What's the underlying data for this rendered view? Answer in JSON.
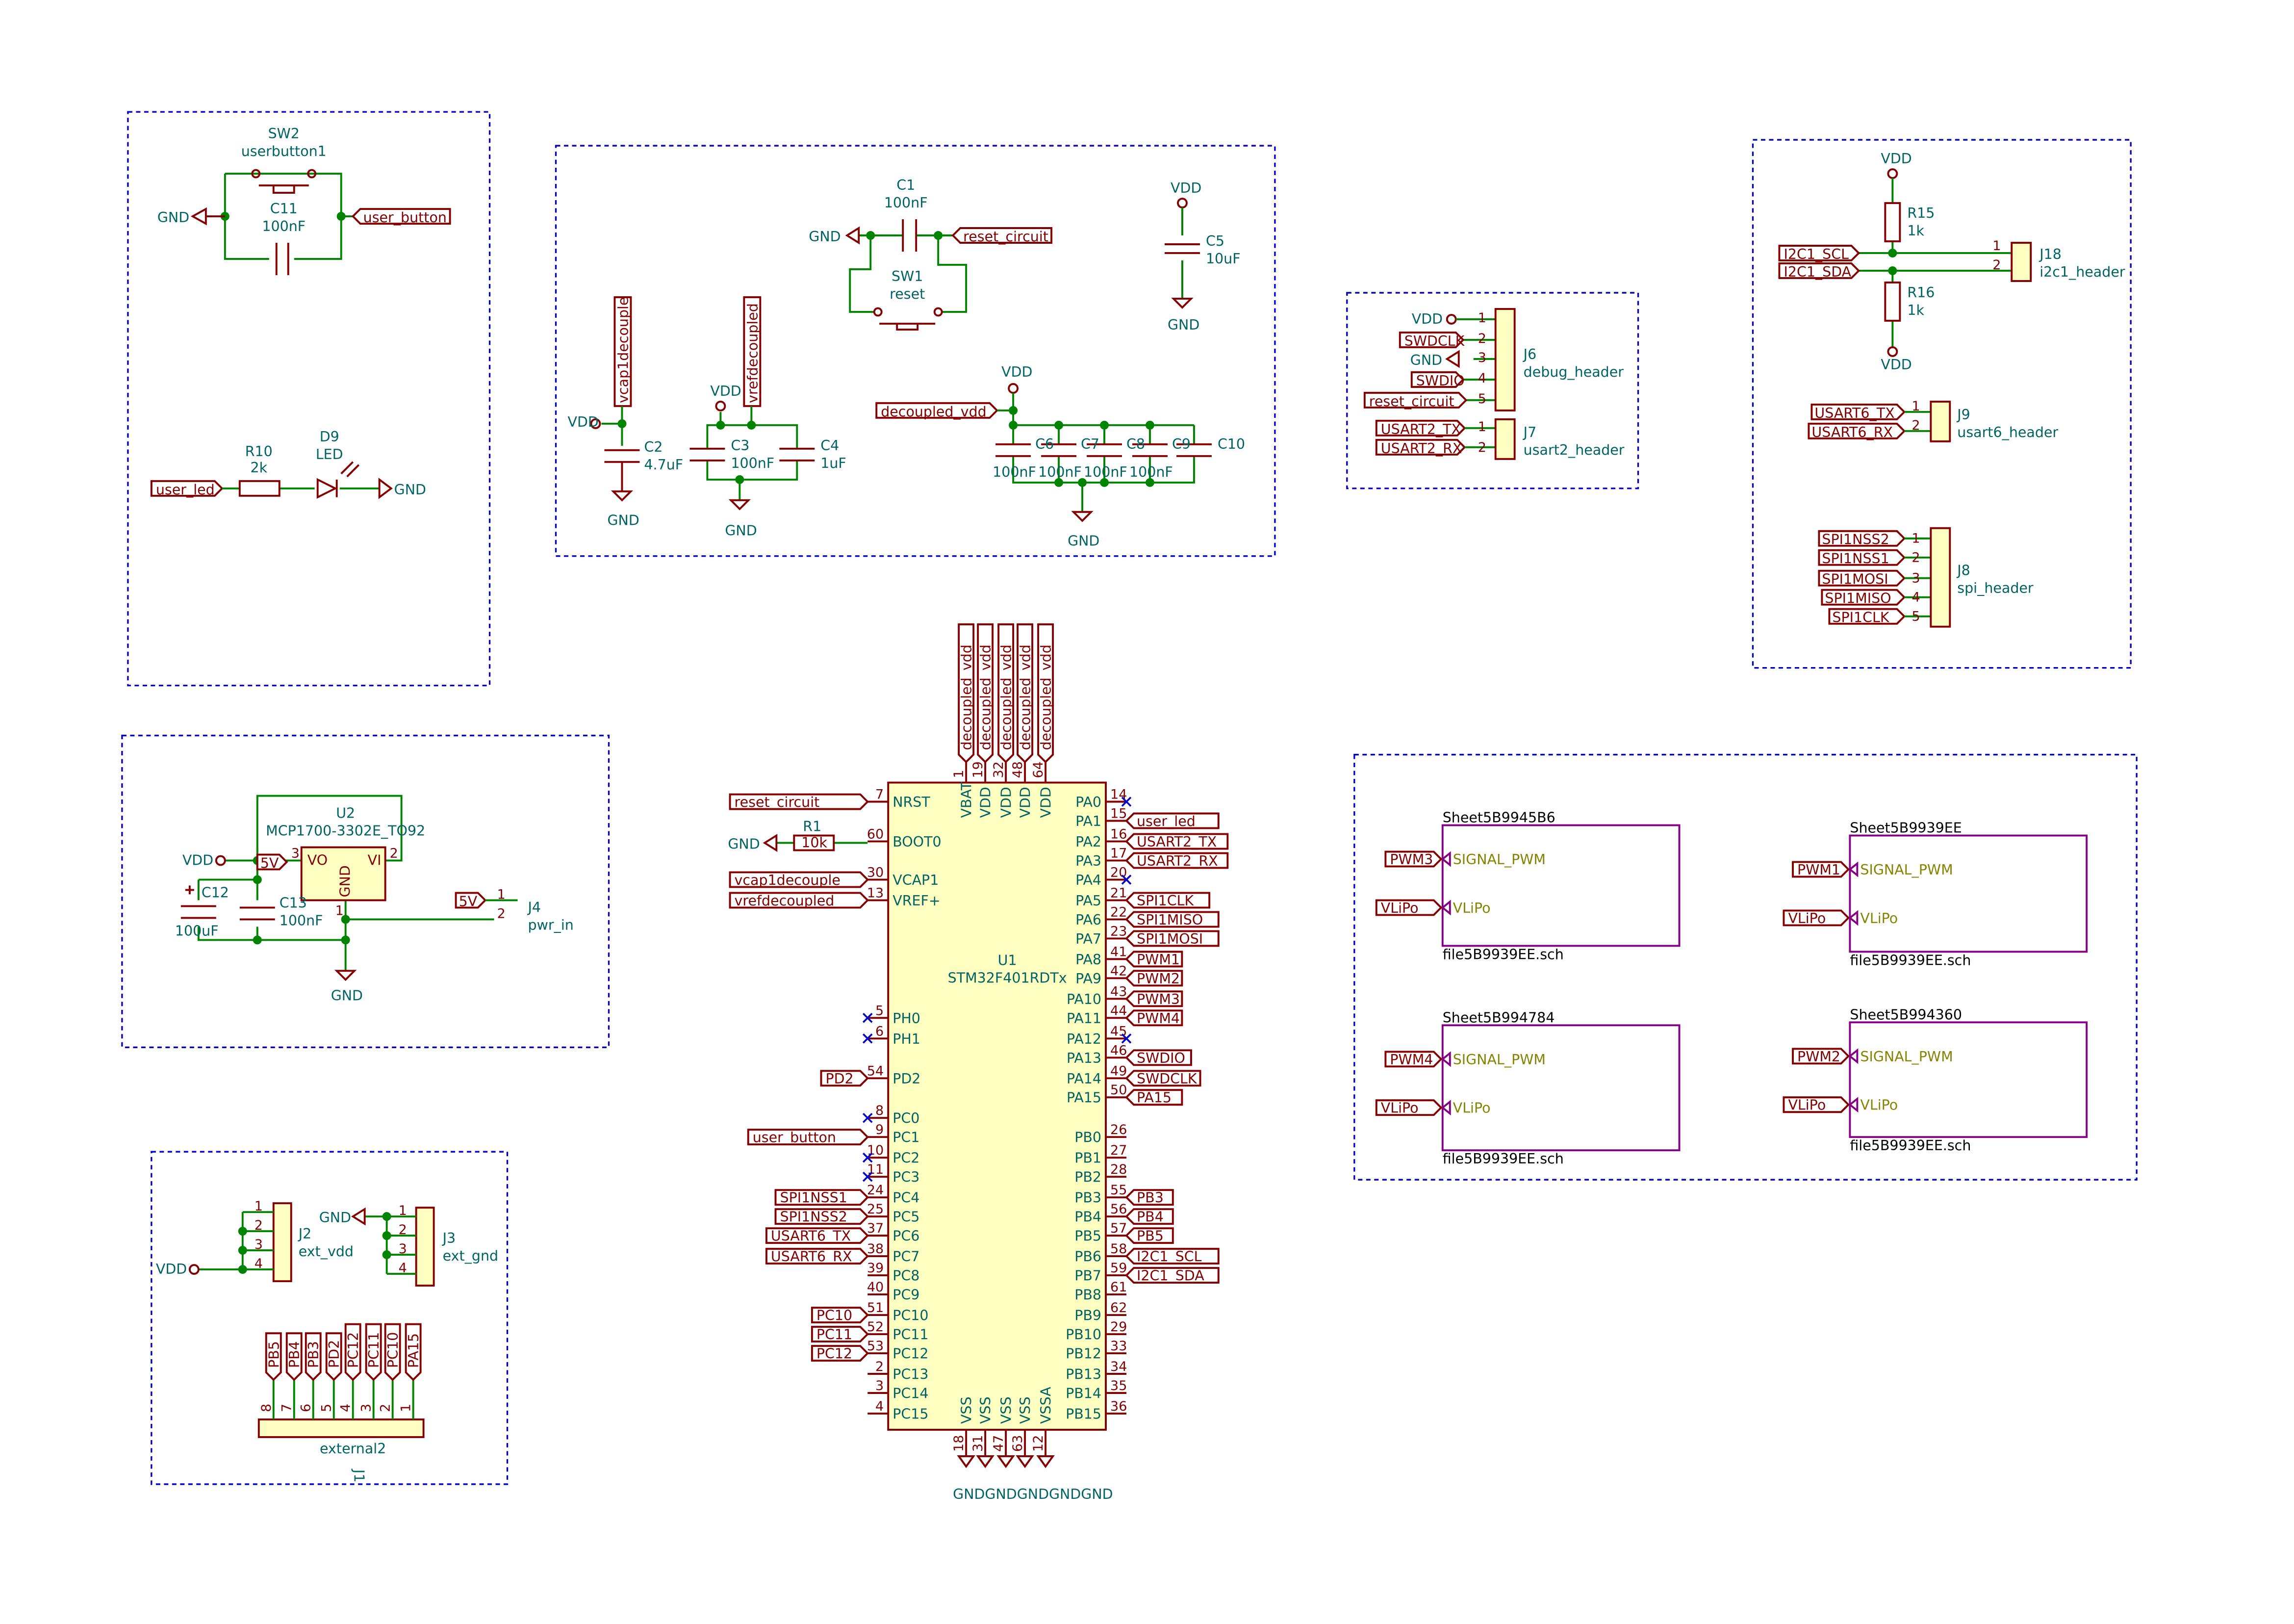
{
  "sw2": {
    "ref": "SW2",
    "value": "userbutton1"
  },
  "c11": {
    "ref": "C11",
    "value": "100nF"
  },
  "r10": {
    "ref": "R10",
    "value": "2k"
  },
  "d9": {
    "ref": "D9",
    "value": "LED"
  },
  "c1": {
    "ref": "C1",
    "value": "100nF"
  },
  "sw1": {
    "ref": "SW1",
    "value": "reset"
  },
  "c2": {
    "ref": "C2",
    "value": "4.7uF"
  },
  "c3": {
    "ref": "C3",
    "value": "100nF"
  },
  "c4": {
    "ref": "C4",
    "value": "1uF"
  },
  "c5": {
    "ref": "C5",
    "value": "10uF"
  },
  "c6": {
    "ref": "C6",
    "value": "100nF"
  },
  "c7": {
    "ref": "C7",
    "value": "100nF"
  },
  "c8": {
    "ref": "C8",
    "value": "100nF"
  },
  "c9": {
    "ref": "C9",
    "value": "100nF"
  },
  "c10": {
    "ref": "C10",
    "value": ""
  },
  "j6": {
    "ref": "J6",
    "value": "debug_header"
  },
  "j7": {
    "ref": "J7",
    "value": "usart2_header"
  },
  "r15": {
    "ref": "R15",
    "value": "1k"
  },
  "r16": {
    "ref": "R16",
    "value": "1k"
  },
  "j18": {
    "ref": "J18",
    "value": "i2c1_header"
  },
  "j9": {
    "ref": "J9",
    "value": "usart6_header"
  },
  "j8": {
    "ref": "J8",
    "value": "spi_header"
  },
  "u2": {
    "ref": "U2",
    "value": "MCP1700-3302E_TO92",
    "pin_vo": "VO",
    "pin_vi": "VI",
    "pin_gnd": "GND"
  },
  "c12": {
    "ref": "C12",
    "value": "100uF"
  },
  "c13": {
    "ref": "C13",
    "value": "100nF"
  },
  "j4": {
    "ref": "J4",
    "value": "pwr_in"
  },
  "j2": {
    "ref": "J2",
    "value": "ext_vdd"
  },
  "j3": {
    "ref": "J3",
    "value": "ext_gnd"
  },
  "j1": {
    "ref": "J1",
    "value": "external2"
  },
  "r1": {
    "ref": "R1",
    "value": "10k"
  },
  "u1": {
    "ref": "U1",
    "value": "STM32F401RDTx"
  },
  "symbols": {
    "gnd": "GND",
    "vdd": "VDD",
    "gnd_row": "GNDGNDGNDGNDGND"
  },
  "labels": {
    "user_button": "user_button",
    "user_led": "user_led",
    "reset_circuit": "reset_circuit",
    "vcap1decouple": "vcap1decouple",
    "vrefdecoupled": "vrefdecoupled",
    "decoupled_vdd": "decoupled_vdd",
    "swdclk": "SWDCLK",
    "swdio": "SWDIO",
    "usart2_tx": "USART2_TX",
    "usart2_rx": "USART2_RX",
    "i2c1_scl": "I2C1_SCL",
    "i2c1_sda": "I2C1_SDA",
    "usart6_tx": "USART6_TX",
    "usart6_rx": "USART6_RX",
    "spi1nss2": "SPI1NSS2",
    "spi1nss1": "SPI1NSS1",
    "spi1mosi": "SPI1MOSI",
    "spi1miso": "SPI1MISO",
    "spi1clk": "SPI1CLK",
    "fivev": "5V",
    "pd2": "PD2",
    "pc10": "PC10",
    "pc11": "PC11",
    "pc12": "PC12",
    "pb3": "PB3",
    "pb4": "PB4",
    "pb5": "PB5",
    "pa15": "PA15",
    "pwm1": "PWM1",
    "pwm2": "PWM2",
    "pwm3": "PWM3",
    "pwm4": "PWM4",
    "vlipo": "VLiPo"
  },
  "mcu_top": [
    {
      "name": "VBAT",
      "num": "1"
    },
    {
      "name": "VDD",
      "num": "19"
    },
    {
      "name": "VDD",
      "num": "32"
    },
    {
      "name": "VDD",
      "num": "48"
    },
    {
      "name": "VDD",
      "num": "64"
    }
  ],
  "mcu_bottom": [
    {
      "name": "VSS",
      "num": "18"
    },
    {
      "name": "VSS",
      "num": "31"
    },
    {
      "name": "VSS",
      "num": "47"
    },
    {
      "name": "VSS",
      "num": "63"
    },
    {
      "name": "VSSA",
      "num": "12"
    }
  ],
  "mcu_left": [
    {
      "name": "NRST",
      "num": "7",
      "label": "reset_circuit"
    },
    {
      "name": "BOOT0",
      "num": "60",
      "label": ""
    },
    {
      "name": "VCAP1",
      "num": "30",
      "label": "vcap1decouple"
    },
    {
      "name": "VREF+",
      "num": "13",
      "label": "vrefdecoupled"
    },
    {
      "name": "PH0",
      "num": "5",
      "label": ""
    },
    {
      "name": "PH1",
      "num": "6",
      "label": ""
    },
    {
      "name": "PD2",
      "num": "54",
      "label": "PD2"
    },
    {
      "name": "PC0",
      "num": "8",
      "label": ""
    },
    {
      "name": "PC1",
      "num": "9",
      "label": "user_button"
    },
    {
      "name": "PC2",
      "num": "10",
      "label": ""
    },
    {
      "name": "PC3",
      "num": "11",
      "label": ""
    },
    {
      "name": "PC4",
      "num": "24",
      "label": "SPI1NSS1"
    },
    {
      "name": "PC5",
      "num": "25",
      "label": "SPI1NSS2"
    },
    {
      "name": "PC6",
      "num": "37",
      "label": "USART6_TX"
    },
    {
      "name": "PC7",
      "num": "38",
      "label": "USART6_RX"
    },
    {
      "name": "PC8",
      "num": "39",
      "label": ""
    },
    {
      "name": "PC9",
      "num": "40",
      "label": ""
    },
    {
      "name": "PC10",
      "num": "51",
      "label": "PC10"
    },
    {
      "name": "PC11",
      "num": "52",
      "label": "PC11"
    },
    {
      "name": "PC12",
      "num": "53",
      "label": "PC12"
    },
    {
      "name": "PC13",
      "num": "2",
      "label": ""
    },
    {
      "name": "PC14",
      "num": "3",
      "label": ""
    },
    {
      "name": "PC15",
      "num": "4",
      "label": ""
    }
  ],
  "mcu_right": [
    {
      "name": "PA0",
      "num": "14",
      "label": ""
    },
    {
      "name": "PA1",
      "num": "15",
      "label": "user_led"
    },
    {
      "name": "PA2",
      "num": "16",
      "label": "USART2_TX"
    },
    {
      "name": "PA3",
      "num": "17",
      "label": "USART2_RX"
    },
    {
      "name": "PA4",
      "num": "20",
      "label": ""
    },
    {
      "name": "PA5",
      "num": "21",
      "label": "SPI1CLK"
    },
    {
      "name": "PA6",
      "num": "22",
      "label": "SPI1MISO"
    },
    {
      "name": "PA7",
      "num": "23",
      "label": "SPI1MOSI"
    },
    {
      "name": "PA8",
      "num": "41",
      "label": "PWM1"
    },
    {
      "name": "PA9",
      "num": "42",
      "label": "PWM2"
    },
    {
      "name": "PA10",
      "num": "43",
      "label": "PWM3"
    },
    {
      "name": "PA11",
      "num": "44",
      "label": "PWM4"
    },
    {
      "name": "PA12",
      "num": "45",
      "label": ""
    },
    {
      "name": "PA13",
      "num": "46",
      "label": "SWDIO"
    },
    {
      "name": "PA14",
      "num": "49",
      "label": "SWDCLK"
    },
    {
      "name": "PA15",
      "num": "50",
      "label": "PA15"
    },
    {
      "name": "PB0",
      "num": "26",
      "label": ""
    },
    {
      "name": "PB1",
      "num": "27",
      "label": ""
    },
    {
      "name": "PB2",
      "num": "28",
      "label": ""
    },
    {
      "name": "PB3",
      "num": "55",
      "label": "PB3"
    },
    {
      "name": "PB4",
      "num": "56",
      "label": "PB4"
    },
    {
      "name": "PB5",
      "num": "57",
      "label": "PB5"
    },
    {
      "name": "PB6",
      "num": "58",
      "label": "I2C1_SCL"
    },
    {
      "name": "PB7",
      "num": "59",
      "label": "I2C1_SDA"
    },
    {
      "name": "PB8",
      "num": "61",
      "label": ""
    },
    {
      "name": "PB9",
      "num": "62",
      "label": ""
    },
    {
      "name": "PB10",
      "num": "29",
      "label": ""
    },
    {
      "name": "PB12",
      "num": "33",
      "label": ""
    },
    {
      "name": "PB13",
      "num": "34",
      "label": ""
    },
    {
      "name": "PB14",
      "num": "35",
      "label": ""
    },
    {
      "name": "PB15",
      "num": "36",
      "label": ""
    }
  ],
  "sheets": [
    {
      "name": "Sheet5B9945B6",
      "file": "file5B9939EE.sch",
      "in": "PWM3"
    },
    {
      "name": "Sheet5B9939EE",
      "file": "file5B9939EE.sch",
      "in": "PWM1"
    },
    {
      "name": "Sheet5B994784",
      "file": "file5B9939EE.sch",
      "in": "PWM4"
    },
    {
      "name": "Sheet5B994360",
      "file": "file5B9939EE.sch",
      "in": "PWM2"
    }
  ],
  "sheet_pins": {
    "signal": "SIGNAL_PWM",
    "vlipo": "VLiPo"
  },
  "colors": {
    "wire": "#008400",
    "body": "#840000",
    "fill": "#ffffc2",
    "ref": "#006464",
    "frame": "#0000c8",
    "sheet": "#840084",
    "sheetpin": "#848400"
  }
}
